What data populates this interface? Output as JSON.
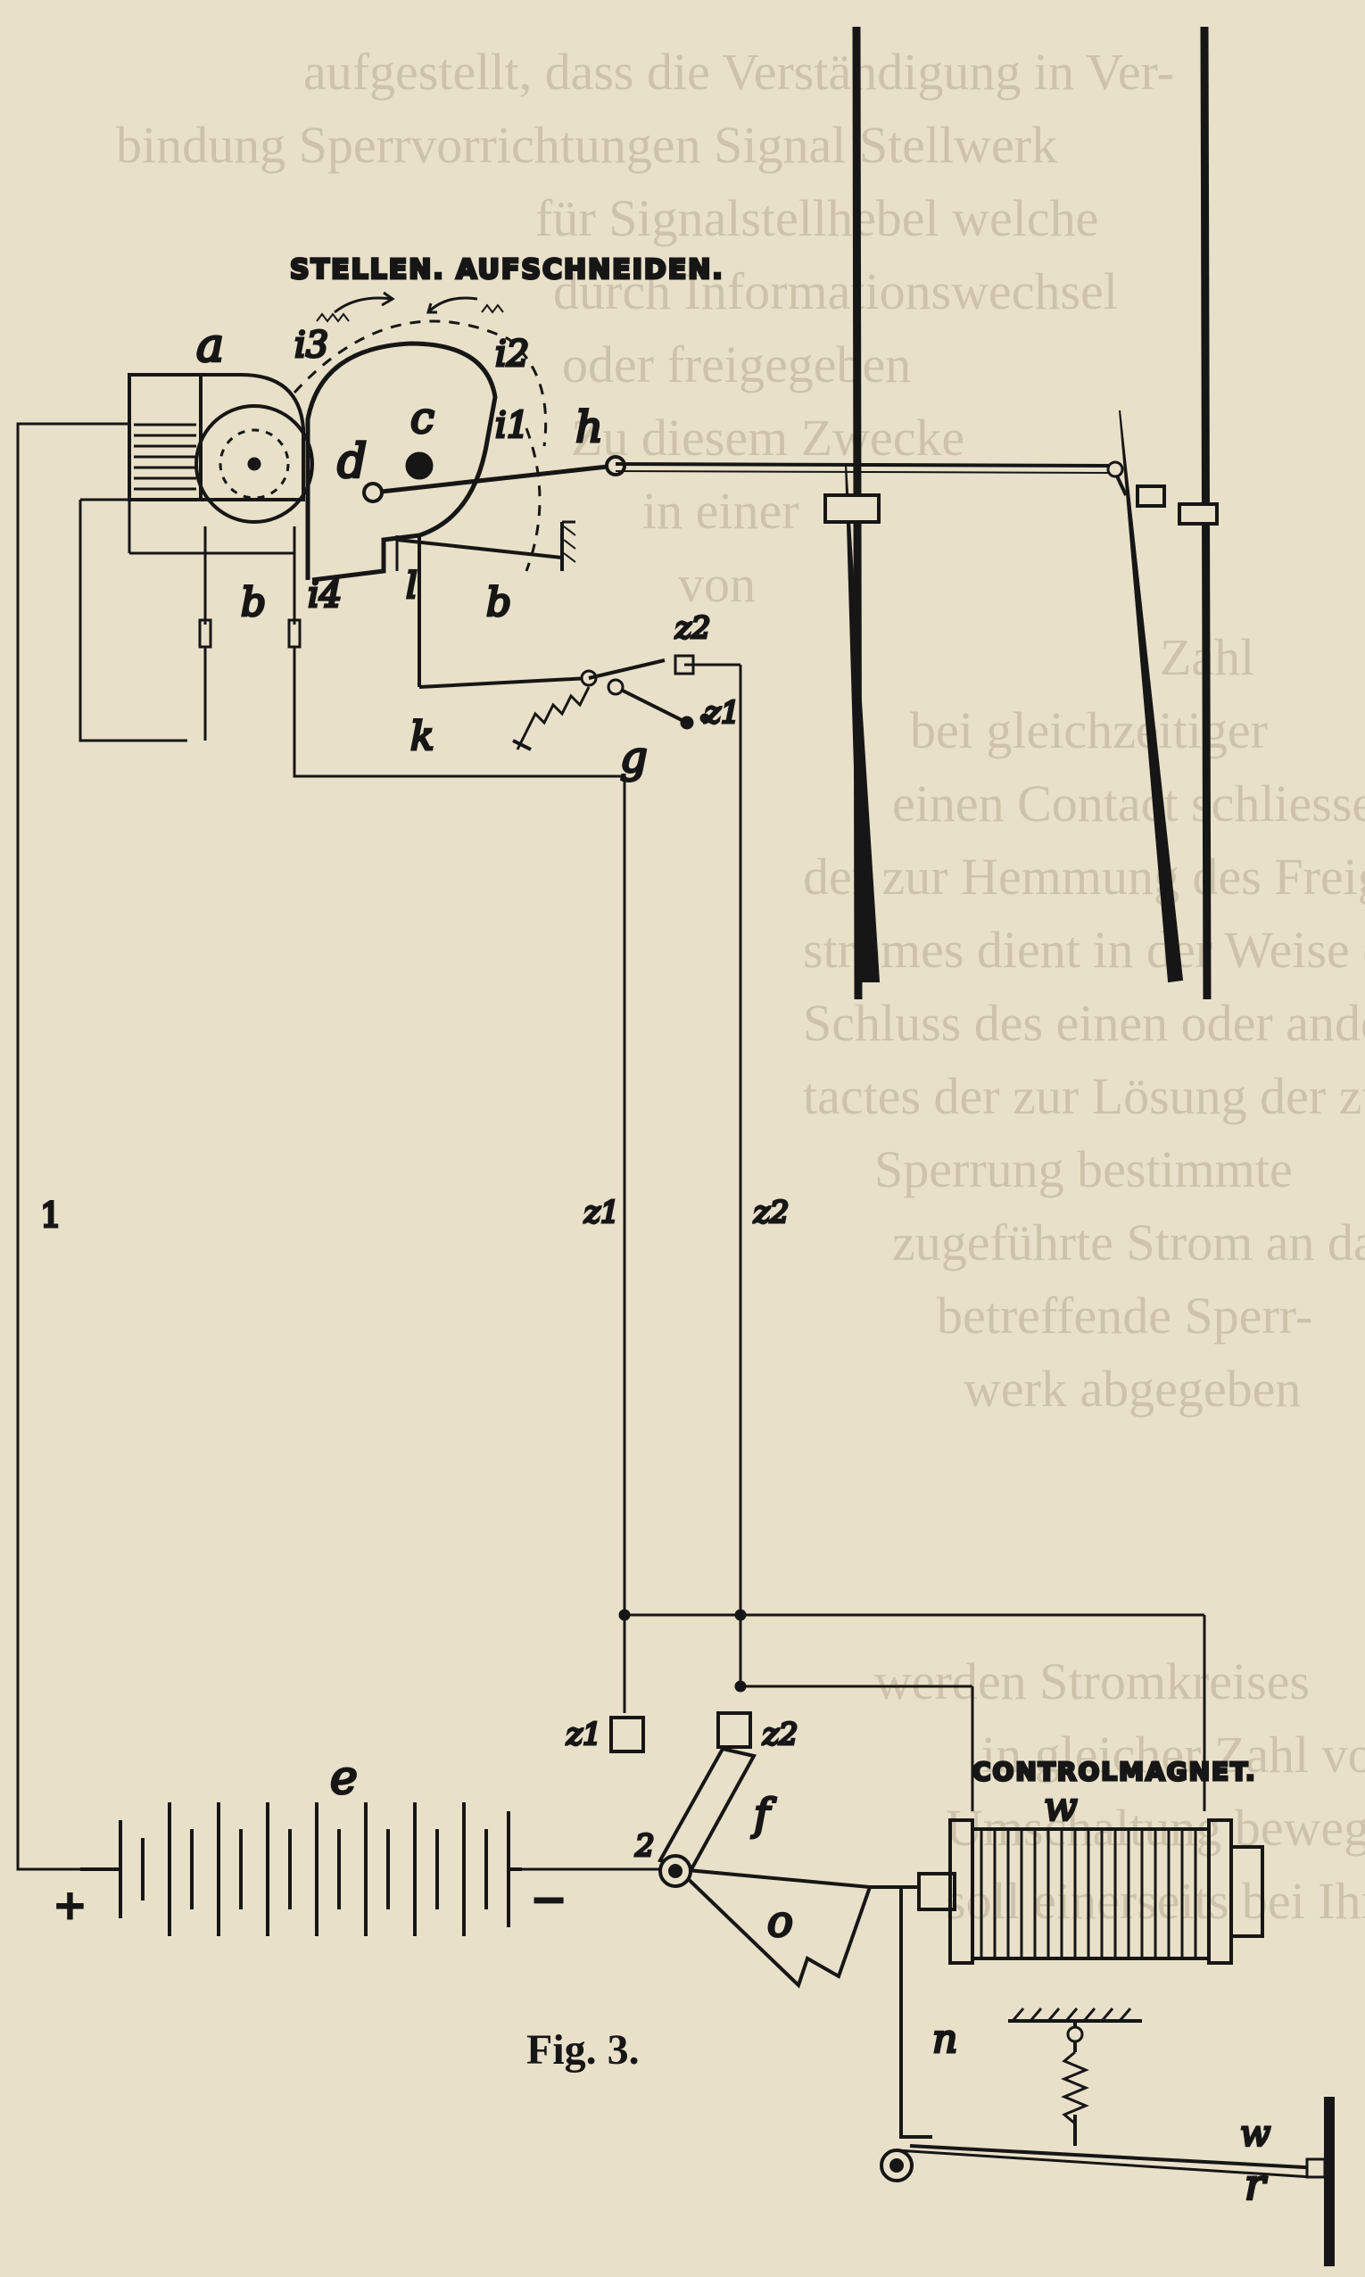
{
  "figure": {
    "caption": "Fig. 3.",
    "heading_top": "STELLEN. AUFSCHNEIDEN.",
    "heading_magnet": "CONTROLMAGNET.",
    "labels": {
      "a": "a",
      "b_left": "b",
      "b_right": "b",
      "c": "c",
      "d": "d",
      "h": "h",
      "i1": "i1",
      "i2": "i2",
      "i3": "i3",
      "i4": "i4",
      "l": "l",
      "k": "k",
      "g": "g",
      "e": "e",
      "f": "f",
      "o": "o",
      "w_coil": "w",
      "n": "n",
      "w_lever": "w",
      "r": "r",
      "wire1": "1",
      "z1_mid": "z1",
      "z2_mid": "z2",
      "z1_top": "z1",
      "z2_top": "z2",
      "z1_bottom": "z1",
      "z2_bottom": "z2",
      "pivot2": "2",
      "plus": "+",
      "minus": "−"
    }
  },
  "background_text": [
    "aufgestellt, dass die Verständigung in Ver-",
    "bindung Sperrvorrichtungen Signal Stellwerk",
    "für Signalstellhebel welche",
    "durch Informationswechsel",
    "oder freigegeben",
    "Zu diesem Zwecke",
    "in einer",
    "von",
    "Zahl",
    "bei gleichzeitiger",
    "einen Contact schliessen,",
    "der zur Hemmung des Freigabe-",
    "stromes dient in der Weise dass bei",
    "Schluss des einen oder anderen Con-",
    "tactes der zur Lösung der zugehörigen",
    "Sperrung bestimmte",
    "zugeführte Strom an das",
    "betreffende Sperr-",
    "werk abgegeben",
    "",
    "",
    "",
    "werden Stromkreises",
    "in gleicher Zahl vor-",
    "Umschaltung bewegung",
    "soll einerseits bei Ihrer"
  ]
}
